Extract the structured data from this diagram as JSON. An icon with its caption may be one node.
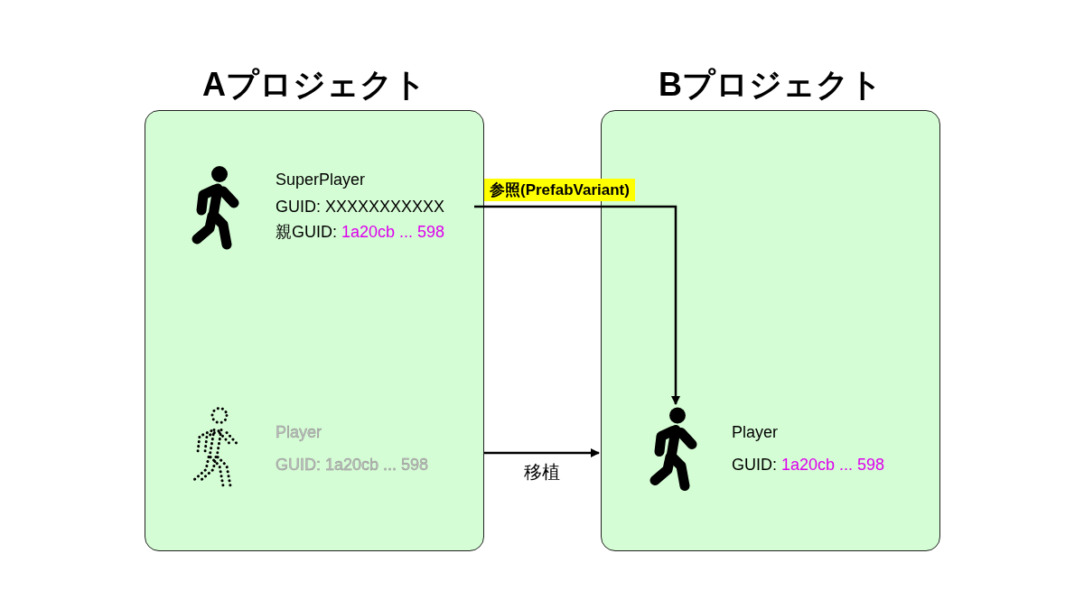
{
  "diagram": {
    "nodes": [
      {
        "text": [
          "Aプロジェクト"
        ]
      },
      {
        "text": [
          "Bプロジェクト"
        ]
      },
      {
        "text": [],
        "shape": "person",
        "in": 0
      },
      {
        "text": [
          "SuperPlayer",
          "GUID: XXXXXXXXXXX",
          "親GUID:",
          "1a20cb ... 598"
        ],
        "in": 0
      },
      {
        "text": [],
        "shape": "person",
        "in": 0
      },
      {
        "text": [
          "Player",
          "GUID: 1a20cb ... 598"
        ],
        "in": 0
      },
      {
        "text": [],
        "shape": "person",
        "in": 1
      },
      {
        "text": [
          "Player",
          "GUID:",
          "1a20cb ... 598"
        ],
        "in": 1
      }
    ],
    "edges": [
      {
        "from": 3,
        "to": 6,
        "arrow": "to",
        "label": "参照(PrefabVariant)"
      },
      {
        "from": 0,
        "to": 1,
        "arrow": "to",
        "label": "移植"
      }
    ]
  }
}
